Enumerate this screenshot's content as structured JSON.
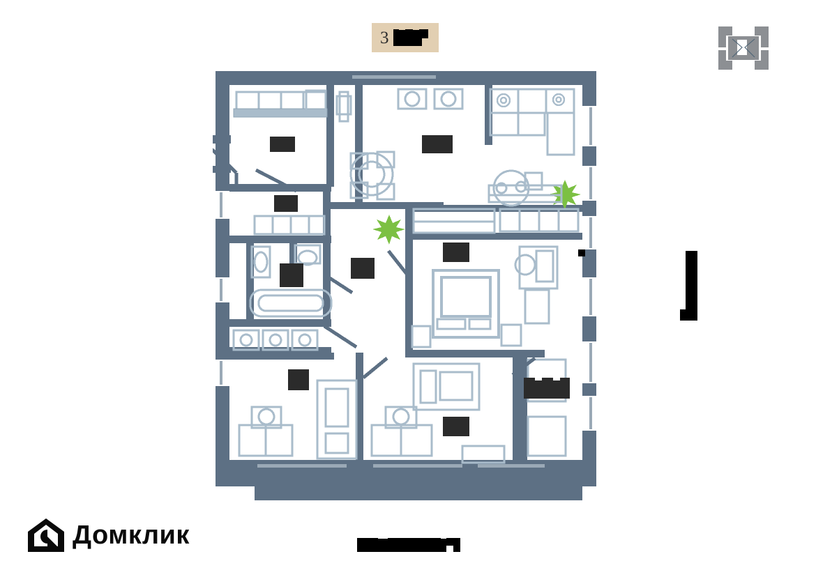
{
  "header": {
    "badge_number": "3",
    "badge_redacted_label": "redacted-room-count-text"
  },
  "compass": {
    "name": "north-compass-indicator"
  },
  "scale": {
    "name": "scale-bar-indicator"
  },
  "caption": {
    "redacted_text": "redacted-plan-caption"
  },
  "logo": {
    "word": "Домклик",
    "icon": "house-logo-icon"
  },
  "plan": {
    "title": "apartment-floor-plan",
    "wall_color": "#5d7084",
    "furniture_stroke": "#a9bccb",
    "plant_color": "#7cc043",
    "room_label_redaction": "#2b2b2b",
    "rooms": [
      {
        "id": "kitchen-living",
        "label_redacted": true
      },
      {
        "id": "hall-entry",
        "label_redacted": true
      },
      {
        "id": "bathroom-main",
        "label_redacted": true
      },
      {
        "id": "bathroom-guest",
        "label_redacted": true
      },
      {
        "id": "corridor",
        "label_redacted": true
      },
      {
        "id": "living-room",
        "label_redacted": true
      },
      {
        "id": "bedroom-left",
        "label_redacted": true
      },
      {
        "id": "bedroom-center",
        "label_redacted": true
      },
      {
        "id": "loggia-right",
        "label_redacted": true
      }
    ]
  }
}
